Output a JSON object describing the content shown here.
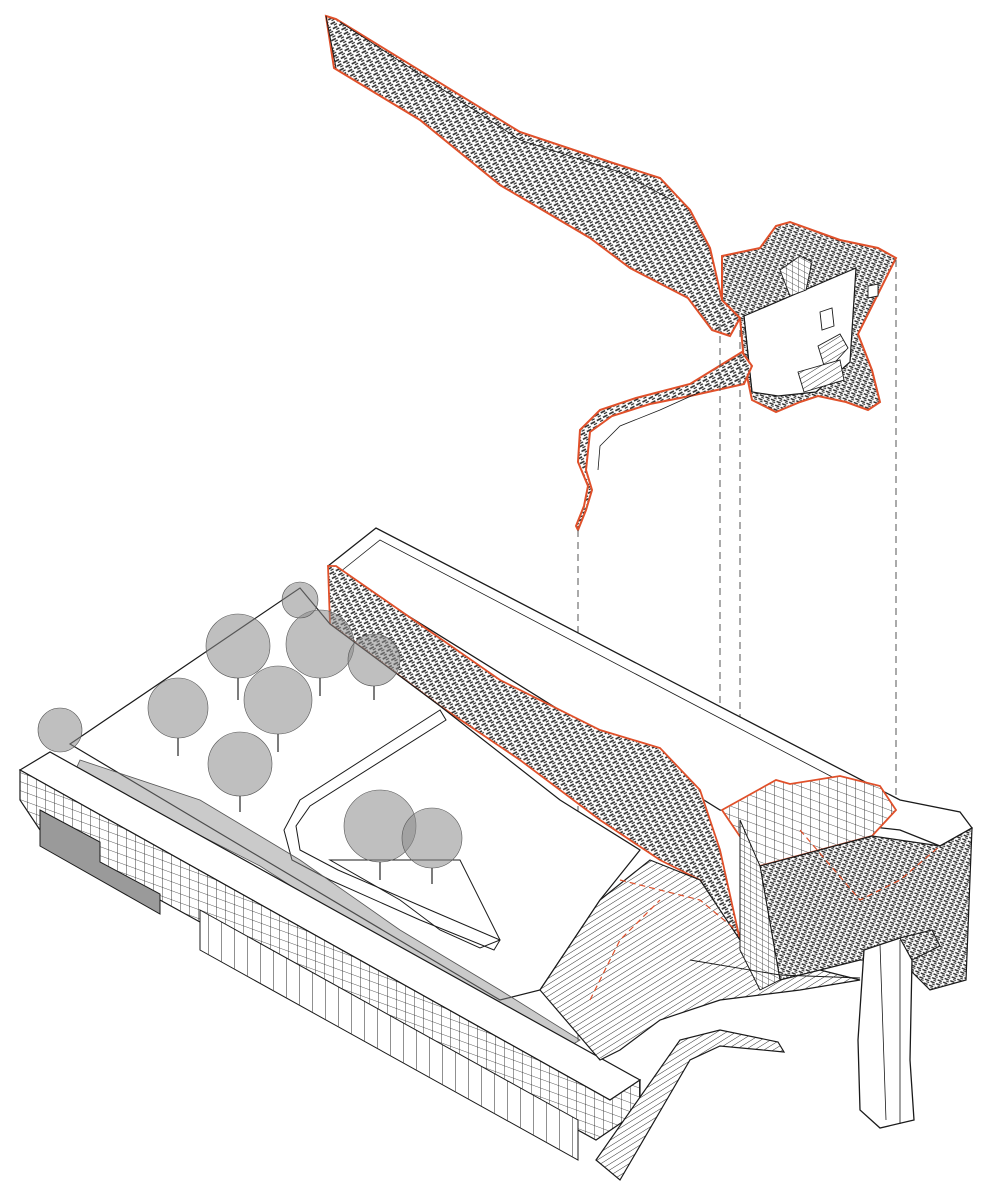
{
  "drawing": {
    "kind": "exploded axonometric architectural drawing",
    "colors": {
      "background": "#ffffff",
      "linework": "#1a1a1a",
      "highlight_outline": "#e0502a",
      "hatch": "#2a2a2a",
      "tree_foliage": "#8a8a8a"
    },
    "components": [
      "exploded-upper-roof-shell",
      "building-base",
      "roof-garden",
      "stepped-amphitheater",
      "facade-grid",
      "projection-lines",
      "freestanding-sculpture"
    ]
  }
}
